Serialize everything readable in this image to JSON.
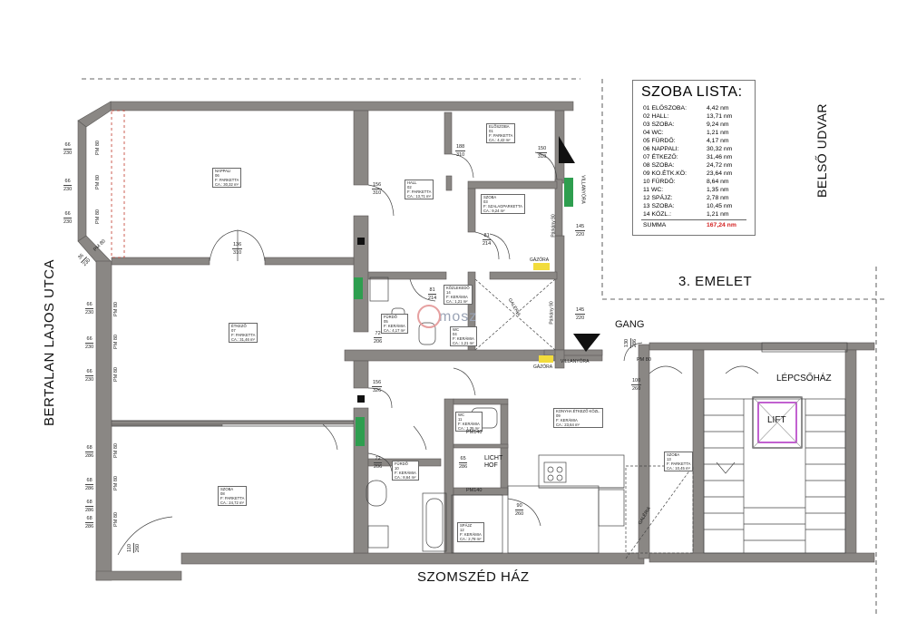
{
  "legend": {
    "title": "SZOBA LISTA:",
    "rooms": [
      {
        "name": "01 ELŐSZOBA:",
        "area": "4,42 nm"
      },
      {
        "name": "02 HALL:",
        "area": "13,71 nm"
      },
      {
        "name": "03 SZOBA:",
        "area": "9,24 nm"
      },
      {
        "name": "04 WC:",
        "area": "1,21 nm"
      },
      {
        "name": "05 FÜRDŐ:",
        "area": "4,17 nm"
      },
      {
        "name": "06 NAPPALI:",
        "area": "30,32 nm"
      },
      {
        "name": "07 ÉTKEZŐ:",
        "area": "31,46 nm"
      },
      {
        "name": "08 SZOBA:",
        "area": "24,72 nm"
      },
      {
        "name": "09 KO.ÉTK.KÖ:",
        "area": "23,64 nm"
      },
      {
        "name": "10 FÜRDŐ:",
        "area": "8,64 nm"
      },
      {
        "name": "11 WC:",
        "area": "1,35 nm"
      },
      {
        "name": "12 SPÁJZ:",
        "area": "2,78 nm"
      },
      {
        "name": "13 SZOBA:",
        "area": "10,45 nm"
      },
      {
        "name": "14 KÖZL.:",
        "area": "1,21 nm"
      }
    ],
    "sum_label": "SUMMA",
    "sum_value": "167,24 nm",
    "sum_color": "#d32020"
  },
  "labels": {
    "street_left": "BERTALAN LAJOS UTCA",
    "courtyard": "BELSŐ UDVAR",
    "floor": "3. EMELET",
    "gang": "GANG",
    "neighbor": "SZOMSZÉD HÁZ",
    "stairs": "LÉPCSŐHÁZ",
    "lift": "LIFT",
    "lichthof": "LICHT\nHOF",
    "galeria": "GALÉRIA",
    "logo": "mosz"
  },
  "room_tags": [
    {
      "id": "napp",
      "name": "NAPPALI",
      "no": "06",
      "floor": "F: PARKETTA",
      "area": "CA.: 30,32 m²"
    },
    {
      "id": "hall",
      "name": "HALL",
      "no": "02",
      "floor": "F: PARKETTA",
      "area": "CA.: 13,71 m²"
    },
    {
      "id": "elo",
      "name": "ELŐSZOBA",
      "no": "01",
      "floor": "F: PARKETTA",
      "area": "CA.: 4,42 m²"
    },
    {
      "id": "sz3",
      "name": "SZOBA",
      "no": "03",
      "floor": "F: SZALAGPARKETTA",
      "area": "CA.: 9,24 m²"
    },
    {
      "id": "kozl",
      "name": "KÖZLEKEDŐ",
      "no": "14",
      "floor": "F: KERÁMIA",
      "area": "CA.: 1,21 m²"
    },
    {
      "id": "fur5",
      "name": "FÜRDŐ",
      "no": "05",
      "floor": "F: KERÁMIA",
      "area": "CA.: 4,17 m²"
    },
    {
      "id": "wc4",
      "name": "WC",
      "no": "04",
      "floor": "F: KERÁMIA",
      "area": "CA.: 1,21 m²"
    },
    {
      "id": "etk",
      "name": "ÉTKEZŐ",
      "no": "07",
      "floor": "F: PARKETTA",
      "area": "CA.: 31,46 m²"
    },
    {
      "id": "wc11",
      "name": "WC",
      "no": "11",
      "floor": "F: KERÁMIA",
      "area": "CA.: 1,35 m²"
    },
    {
      "id": "kony",
      "name": "KONYHA ÉTKEZŐ KÖZL.",
      "no": "09",
      "floor": "F: KERÁMIA",
      "area": "CA.: 23,64 m²"
    },
    {
      "id": "fur10",
      "name": "FÜRDŐ",
      "no": "10",
      "floor": "F: KERÁMIA",
      "area": "CA.: 8,64 m²"
    },
    {
      "id": "sz13",
      "name": "SZOBA",
      "no": "13",
      "floor": "F: PARKETTA",
      "area": "CA.: 10,45 m²"
    },
    {
      "id": "sz8",
      "name": "SZOBA",
      "no": "08",
      "floor": "F: PARKETTA",
      "area": "CA.: 24,72 m²"
    },
    {
      "id": "spa",
      "name": "SPÁJZ",
      "no": "12",
      "floor": "F: KERÁMIA",
      "area": "CA.: 2,78 m²"
    }
  ],
  "dims": [
    {
      "id": "d1",
      "a": "156",
      "b": "310"
    },
    {
      "id": "d2",
      "a": "136",
      "b": "310"
    },
    {
      "id": "d3",
      "a": "188",
      "b": "310"
    },
    {
      "id": "d4",
      "a": "150",
      "b": "310"
    },
    {
      "id": "d5",
      "a": "145",
      "b": "220"
    },
    {
      "id": "d6",
      "a": "145",
      "b": "220"
    },
    {
      "id": "d7",
      "a": "81",
      "b": "214"
    },
    {
      "id": "d8",
      "a": "81",
      "b": "214"
    },
    {
      "id": "d9",
      "a": "72",
      "b": "206"
    },
    {
      "id": "d10",
      "a": "156",
      "b": "326"
    },
    {
      "id": "d11",
      "a": "72",
      "b": "206"
    },
    {
      "id": "d12",
      "a": "65",
      "b": "286"
    },
    {
      "id": "d13",
      "a": "90",
      "b": "260"
    },
    {
      "id": "d14",
      "a": "100",
      "b": "260"
    },
    {
      "id": "d15",
      "a": "130",
      "b": "286"
    },
    {
      "id": "d16",
      "a": "110",
      "b": "260"
    }
  ],
  "windows": [
    {
      "id": "w1",
      "a": "66",
      "b": "230"
    },
    {
      "id": "w2",
      "a": "66",
      "b": "230"
    },
    {
      "id": "w3",
      "a": "66",
      "b": "230"
    },
    {
      "id": "w4",
      "a": "66",
      "b": "230"
    },
    {
      "id": "w5",
      "a": "66",
      "b": "230"
    },
    {
      "id": "w6",
      "a": "66",
      "b": "230"
    },
    {
      "id": "w7",
      "a": "68",
      "b": "286"
    },
    {
      "id": "w8",
      "a": "68",
      "b": "286"
    },
    {
      "id": "w9",
      "a": "68",
      "b": "286"
    },
    {
      "id": "w10",
      "a": "68",
      "b": "286"
    },
    {
      "id": "w11",
      "a": "36",
      "b": "230"
    }
  ],
  "pm_labels": [
    "PM 80",
    "PM 80",
    "PM 80",
    "PM 80",
    "PM 80",
    "PM 80",
    "PM 80",
    "PM 80",
    "PM 80",
    "PM 80",
    "PM 80",
    "PM140",
    "PM140"
  ],
  "misc": {
    "villanyora": "VILLANYÓRA",
    "gazora": "GÁZÓRA",
    "parkany": "Párkány 90",
    "kazan": "KAZÁN"
  },
  "colors": {
    "wall": "#8a8784",
    "line": "#333333",
    "thin": "#555555",
    "dash": "#c0392b",
    "green": "#2e9e4f",
    "yellow": "#f2dc3c"
  }
}
